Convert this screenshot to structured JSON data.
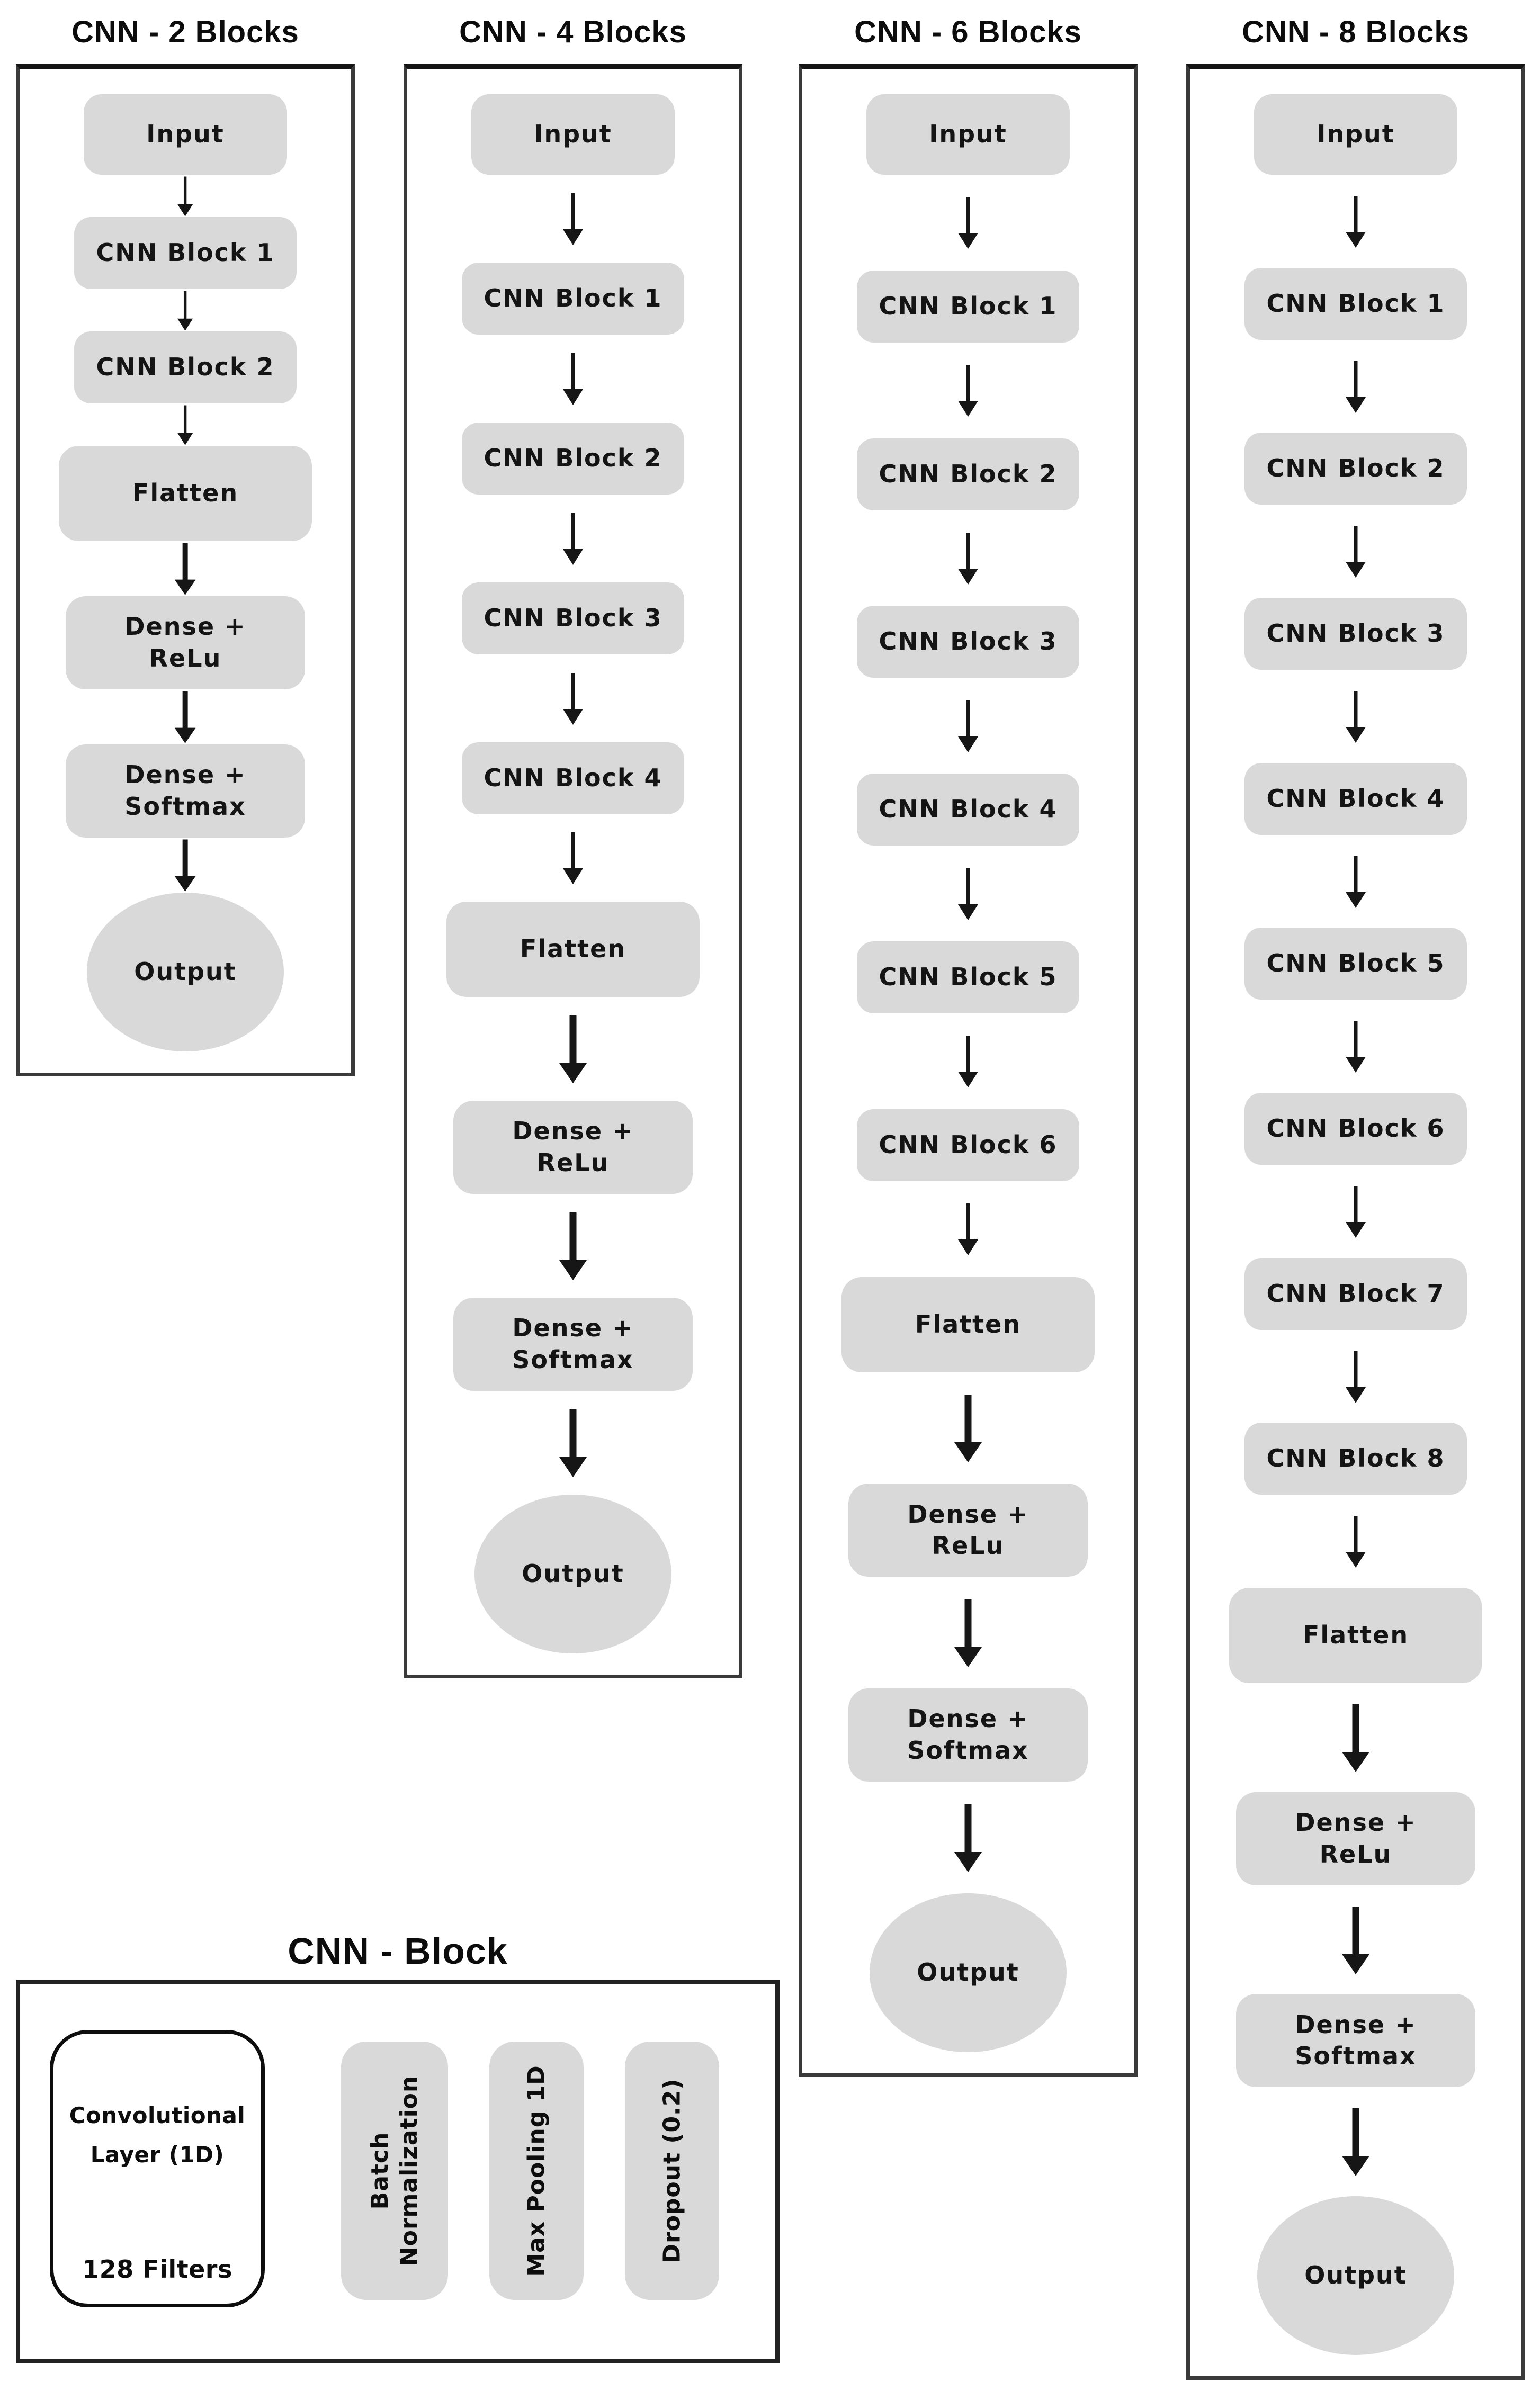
{
  "colors": {
    "node_fill": "#d9d9d9",
    "column_border": "#3a3a3a",
    "arrow": "#161616",
    "text": "#111111",
    "background": "#ffffff"
  },
  "columns": [
    {
      "title": "CNN - 2 Blocks",
      "nodes": [
        {
          "label": "Input",
          "type": "input"
        },
        {
          "label": "CNN Block 1",
          "type": "block"
        },
        {
          "label": "CNN Block 2",
          "type": "block"
        },
        {
          "label": "Flatten",
          "type": "flatten"
        },
        {
          "label": "Dense +\nReLu",
          "type": "dense"
        },
        {
          "label": "Dense +\nSoftmax",
          "type": "dense"
        },
        {
          "label": "Output",
          "type": "output"
        }
      ]
    },
    {
      "title": "CNN - 4 Blocks",
      "nodes": [
        {
          "label": "Input",
          "type": "input"
        },
        {
          "label": "CNN Block 1",
          "type": "block"
        },
        {
          "label": "CNN Block 2",
          "type": "block"
        },
        {
          "label": "CNN Block 3",
          "type": "block"
        },
        {
          "label": "CNN Block 4",
          "type": "block"
        },
        {
          "label": "Flatten",
          "type": "flatten"
        },
        {
          "label": "Dense +\nReLu",
          "type": "dense"
        },
        {
          "label": "Dense +\nSoftmax",
          "type": "dense"
        },
        {
          "label": "Output",
          "type": "output"
        }
      ]
    },
    {
      "title": "CNN - 6 Blocks",
      "nodes": [
        {
          "label": "Input",
          "type": "input"
        },
        {
          "label": "CNN Block 1",
          "type": "block"
        },
        {
          "label": "CNN Block 2",
          "type": "block"
        },
        {
          "label": "CNN Block 3",
          "type": "block"
        },
        {
          "label": "CNN Block 4",
          "type": "block"
        },
        {
          "label": "CNN Block 5",
          "type": "block"
        },
        {
          "label": "CNN Block 6",
          "type": "block"
        },
        {
          "label": "Flatten",
          "type": "flatten"
        },
        {
          "label": "Dense +\nReLu",
          "type": "dense"
        },
        {
          "label": "Dense +\nSoftmax",
          "type": "dense"
        },
        {
          "label": "Output",
          "type": "output"
        }
      ]
    },
    {
      "title": "CNN - 8 Blocks",
      "nodes": [
        {
          "label": "Input",
          "type": "input"
        },
        {
          "label": "CNN Block 1",
          "type": "block"
        },
        {
          "label": "CNN Block 2",
          "type": "block"
        },
        {
          "label": "CNN Block 3",
          "type": "block"
        },
        {
          "label": "CNN Block 4",
          "type": "block"
        },
        {
          "label": "CNN Block 5",
          "type": "block"
        },
        {
          "label": "CNN Block 6",
          "type": "block"
        },
        {
          "label": "CNN Block 7",
          "type": "block"
        },
        {
          "label": "CNN Block 8",
          "type": "block"
        },
        {
          "label": "Flatten",
          "type": "flatten"
        },
        {
          "label": "Dense +\nReLu",
          "type": "dense"
        },
        {
          "label": "Dense +\nSoftmax",
          "type": "dense"
        },
        {
          "label": "Output",
          "type": "output"
        }
      ]
    }
  ],
  "legend": {
    "title": "CNN - Block",
    "conv_layer_label": "Convolutional\nLayer (1D)",
    "conv_filters_label": "128 Filters",
    "pills": [
      "Batch\nNormalization",
      "Max Pooling 1D",
      "Dropout (0.2)"
    ]
  }
}
